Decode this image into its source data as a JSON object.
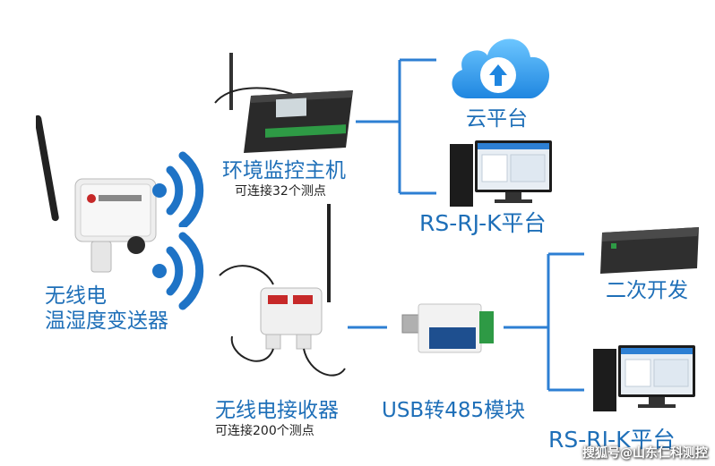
{
  "diagram": {
    "sensor": {
      "line1": "无线电",
      "line2": "温湿度变送器"
    },
    "host": {
      "title": "环境监控主机",
      "subtitle": "可连接32个测点"
    },
    "receiver": {
      "title": "无线电接收器",
      "subtitle": "可连接200个测点"
    },
    "cloud": {
      "title": "云平台"
    },
    "platform_top": {
      "title": "RS-RJ-K平台"
    },
    "usb_module": {
      "title": "USB转485模块"
    },
    "secondary_dev": {
      "title": "二次开发"
    },
    "platform_bottom": {
      "title": "RS-RJ-K平台"
    }
  },
  "watermark": "搜狐号@山东仁科测控",
  "colors": {
    "accent": "#1e6fb8",
    "connector": "#2d7fd3",
    "cloud_top": "#6cc6ff",
    "cloud_bottom": "#1f86e0"
  }
}
